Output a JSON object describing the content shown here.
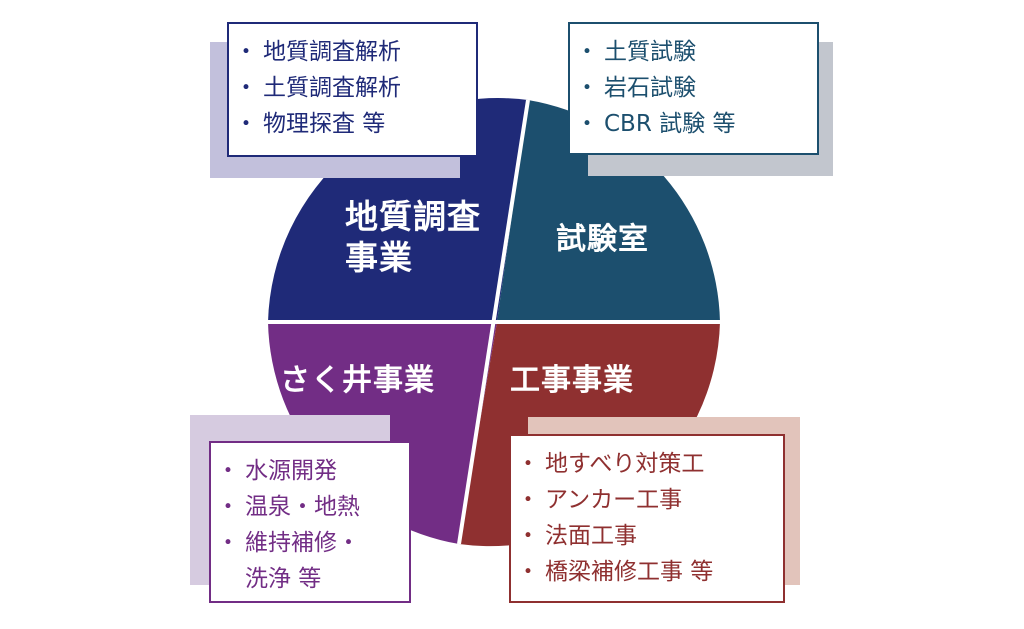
{
  "colors": {
    "geology": "#1f2a78",
    "lab": "#1c4f6e",
    "well": "#722d85",
    "construction": "#8f3030",
    "geology_shadow": "#c2c0dc",
    "lab_shadow": "#c2c6ce",
    "well_shadow": "#d6cbe0",
    "construction_shadow": "#e2c4bb"
  },
  "quadrants": {
    "geology": {
      "line1": "地質調査",
      "line2": "事業"
    },
    "lab": {
      "label": "試験室"
    },
    "well": {
      "label": "さく井事業"
    },
    "construction": {
      "label": "工事事業"
    }
  },
  "boxes": {
    "geology": {
      "items": [
        "地質調査解析",
        "土質調査解析",
        "物理探査 等"
      ]
    },
    "lab": {
      "items": [
        "土質試験",
        "岩石試験",
        "CBR 試験 等"
      ]
    },
    "well": {
      "items": [
        "水源開発",
        "温泉・地熱",
        "維持補修・"
      ],
      "continuation": "洗浄 等"
    },
    "construction": {
      "items": [
        "地すべり対策工",
        "アンカー工事",
        "法面工事",
        "橋梁補修工事 等"
      ]
    }
  },
  "bullet_char": "・"
}
